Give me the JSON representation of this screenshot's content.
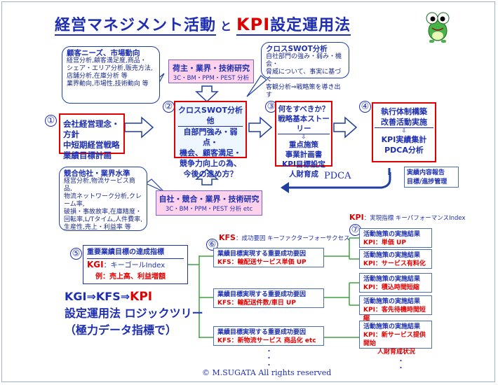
{
  "title": {
    "part1": "経営マネジメント活動",
    "to": "と",
    "kpi": "KPI",
    "part2": "設定運用法"
  },
  "needs": {
    "heading": "顧客ニーズ、市場動向",
    "lines": [
      "経営分析,顧客満足度,商品・",
      "シェア・エリア分析,販売方法,",
      "店舗分析,在庫分析 等",
      "業界動向,市場性,技術動向 等"
    ]
  },
  "research_top": {
    "title": "荷主・業界・技術研究",
    "sub": "3C・BM・PPM・PEST 分析"
  },
  "swot_note": {
    "heading": "クロスSWOT分析",
    "lines": [
      "自社部門の強み・弱み・機会・",
      "脅威について、事実に基づく",
      "客観分析⇒戦略策を導き出す"
    ]
  },
  "step1": {
    "num": "①",
    "lines": [
      "会社経営理念・方針",
      "中短期経営戦略",
      "業績目標計画"
    ]
  },
  "step2": {
    "num": "②",
    "heading": "クロスSWOT分析他",
    "lines": [
      "自部門強み・弱点・",
      "機会、顧客満足・",
      "競争力向上の為、",
      "今後の進め方？"
    ]
  },
  "step3": {
    "num": "③",
    "head1": "何をすべきか？",
    "head2": "戦略基本ストーリー",
    "lines": [
      "重点施策",
      "事業計画書",
      "KPI目標設定",
      "人財育成"
    ]
  },
  "step4": {
    "num": "④",
    "head1": "執行体制構築",
    "head2": "改善活動実施",
    "lines": [
      "KPI実績集計",
      "PDCA分析"
    ]
  },
  "pdca": "PDCA",
  "report": {
    "lines": [
      "実績内容報告",
      "目標/進捗管理"
    ]
  },
  "competitor": {
    "heading": "競合他社・業界水準",
    "lines": [
      "経営分析,物流サービス商品,",
      "物流ネットワーク分析,クレーム率,",
      "破損・事故故率,在庫精度・",
      "回転率,L/Tタイム,人件費率,",
      "生産性,売上・利益率 等"
    ]
  },
  "research_bottom": {
    "title": "自社・競合・業界・技術研究",
    "sub": "3C・BM・PPM・PEST 分析 etc"
  },
  "kpi_label": {
    "kpi": "KPI",
    "text": "：実現指標 キーパフォーマンスIndex",
    "num": "⑦"
  },
  "kfs_label": {
    "kfs": "KFS",
    "text": "：成功要因 キーファクターフォーサクセス",
    "num": "⑥"
  },
  "kgi_box": {
    "num": "⑤",
    "heading": "重要業績目標の達成指標",
    "kgi": "KGI",
    "kgi_text": "：キーゴールIndex",
    "example": "例：売上高、利益増額"
  },
  "kfs_boxes": [
    {
      "l1": "業績目標実現する重要成功要因",
      "l2": "KFS：輸配送サービス単価 UP"
    },
    {
      "l1": "業績目標実現する重要成功要因",
      "l2": "KFS：輸配送件数/車日 UP"
    },
    {
      "l1": "業績目標実現する重要成功要因",
      "l2": "KFS：新物流サービス 商品化 etc"
    }
  ],
  "kpi_boxes": [
    {
      "l1": "活動施策の実施結果",
      "l2": "KPI：単価 UP"
    },
    {
      "l1": "活動施策の実施結果",
      "l2": "KPI：サービス有料化"
    },
    {
      "l1": "活動施策の実施結果",
      "l2": "KPI：積込時間短縮"
    },
    {
      "l1": "活動施策の実施結果",
      "l2": "KPI：客先待機時間短縮"
    },
    {
      "l1": "活動施策の実施結果",
      "l2": "KPI：新サービス提供開始",
      "l3": "人財育成状況"
    }
  ],
  "bottom_left": {
    "line1a": "KGI⇒KFS⇒",
    "line1b": "KPI",
    "line2": "設定運用法 ロジックツリー",
    "line3": "（極力データ指標で）"
  },
  "dots": "・・・",
  "copyright": "© M.SUGATA All rights reserved"
}
